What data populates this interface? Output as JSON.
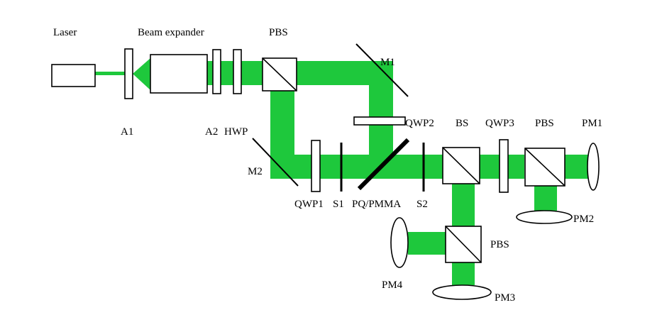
{
  "colors": {
    "beam": "#1ec83c",
    "outline": "#000000",
    "background": "#ffffff"
  },
  "labels": {
    "laser": "Laser",
    "beam_expander": "Beam expander",
    "pbs_top": "PBS",
    "m1": "M1",
    "a1": "A1",
    "a2": "A2",
    "hwp": "HWP",
    "qwp2": "QWP2",
    "bs": "BS",
    "qwp3": "QWP3",
    "pbs_right": "PBS",
    "pm1": "PM1",
    "m2": "M2",
    "qwp1": "QWP1",
    "s1": "S1",
    "pq_pmma": "PQ/PMMA",
    "s2": "S2",
    "pm2": "PM2",
    "pbs_bottom": "PBS",
    "pm4": "PM4",
    "pm3": "PM3"
  }
}
